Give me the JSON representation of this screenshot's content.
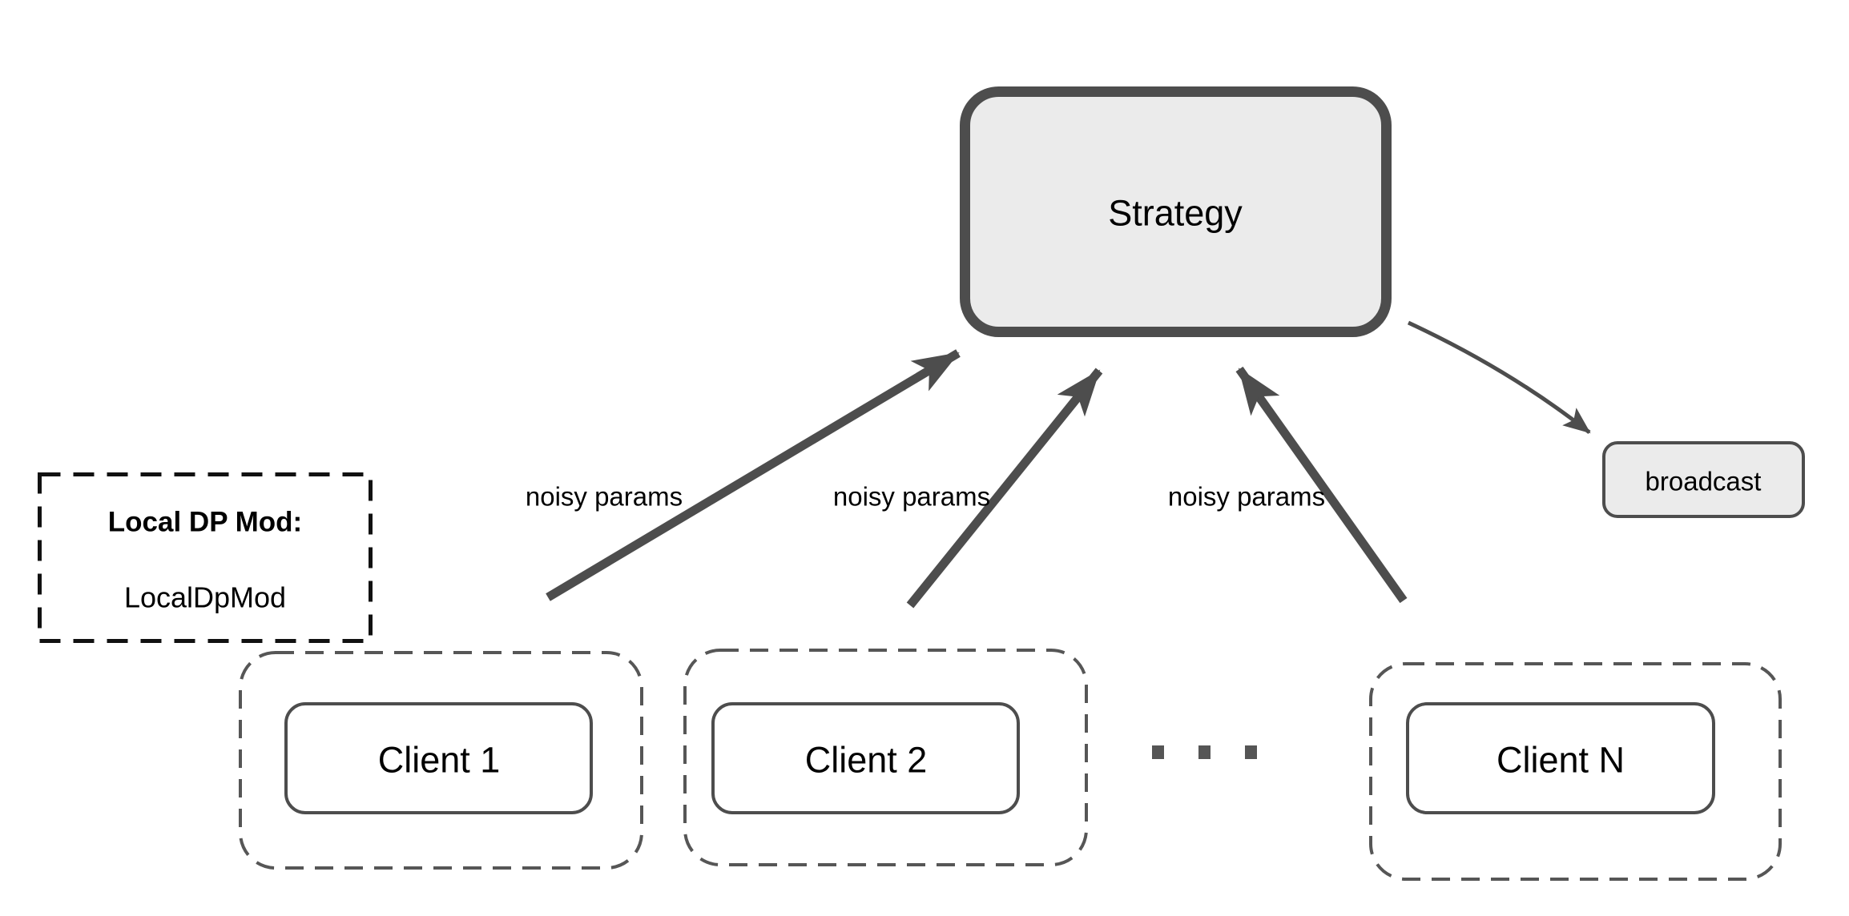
{
  "diagram": {
    "nodes": {
      "strategy": {
        "label": "Strategy"
      },
      "broadcast": {
        "label": "broadcast"
      },
      "local_dp": {
        "title": "Local DP Mod:",
        "value": "LocalDpMod"
      },
      "clients": [
        {
          "label": "Client 1"
        },
        {
          "label": "Client 2"
        },
        {
          "label": "Client N"
        }
      ],
      "ellipsis": "..."
    },
    "edges": {
      "client1_to_strategy": {
        "label": "noisy params"
      },
      "client2_to_strategy": {
        "label": "noisy params"
      },
      "clientN_to_strategy": {
        "label": "noisy params"
      },
      "strategy_to_broadcast": {
        "label": ""
      }
    },
    "colors": {
      "stroke_gray": "#4d4d4d",
      "dash_gray": "#565656",
      "dash_black": "#111111",
      "box_fill": "#ebebeb",
      "client_fill": "#ffffff",
      "background": "#ffffff"
    }
  }
}
